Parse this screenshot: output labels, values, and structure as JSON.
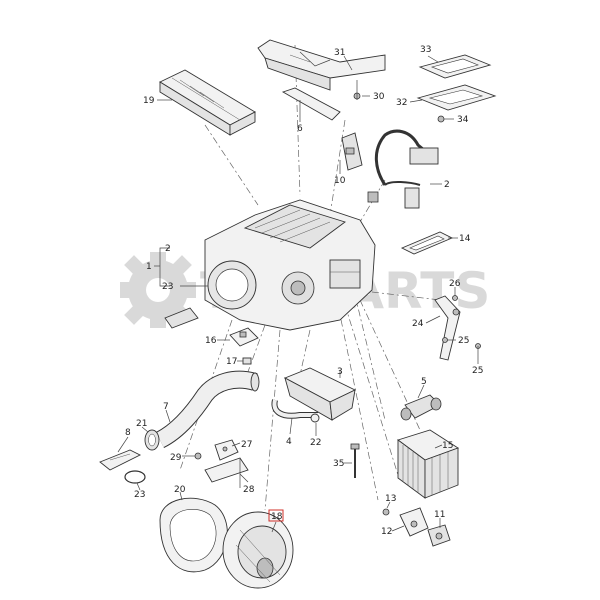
{
  "watermark": "TOPPARTS",
  "callouts": {
    "c1": "1",
    "c2": "2",
    "c2b": "2",
    "c3": "3",
    "c4": "4",
    "c5": "5",
    "c6": "6",
    "c7": "7",
    "c8": "8",
    "c10": "10",
    "c11": "11",
    "c12": "12",
    "c13": "13",
    "c14": "14",
    "c15": "15",
    "c16": "16",
    "c17": "17",
    "c18": "18",
    "c19": "19",
    "c20": "20",
    "c21": "21",
    "c22": "22",
    "c23a": "23",
    "c23b": "23",
    "c24": "24",
    "c25a": "25",
    "c25b": "25",
    "c26": "26",
    "c27": "27",
    "c28": "28",
    "c29": "29",
    "c30": "30",
    "c31": "31",
    "c32": "32",
    "c33": "33",
    "c34": "34",
    "c35": "35"
  },
  "highlight_color": "#d0302a"
}
